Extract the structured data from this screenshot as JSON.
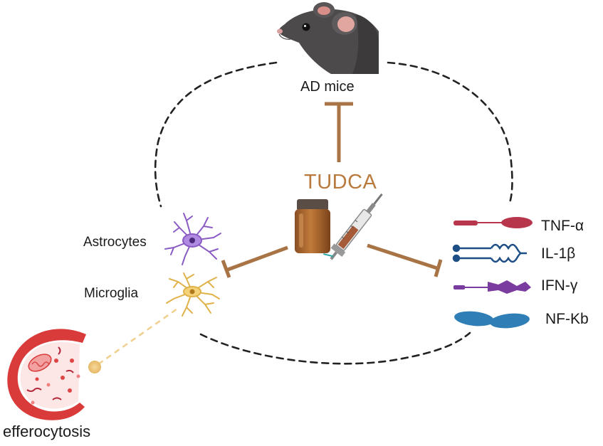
{
  "colors": {
    "inhibit": "#a87446",
    "tudca": "#b97a3e",
    "dashed": "#222222",
    "tnf": "#b8364c",
    "il1b": "#1d4f86",
    "ifn": "#7a3c9e",
    "nfkb": "#2f7eb5",
    "astrocyte": "#8a5cc4",
    "microglia": "#e0b24a",
    "efferocytosis": "#d93a3a"
  },
  "labels": {
    "ad_mice": "AD mice",
    "tudca": "TUDCA",
    "astrocytes": "Astrocytes",
    "microglia": "Microglia",
    "efferocytosis": "efferocytosis",
    "tnf": "TNF-α",
    "il1b": "IL-1β",
    "ifn": "IFN-γ",
    "nfkb": "NF-Kb"
  },
  "icons": {
    "mouse": "mouse-icon",
    "bottle": "medicine-bottle-icon",
    "syringe": "syringe-icon",
    "astrocyte": "astrocyte-cell-icon",
    "microglia": "microglia-cell-icon",
    "efferocytosis": "phagocyte-icon"
  }
}
